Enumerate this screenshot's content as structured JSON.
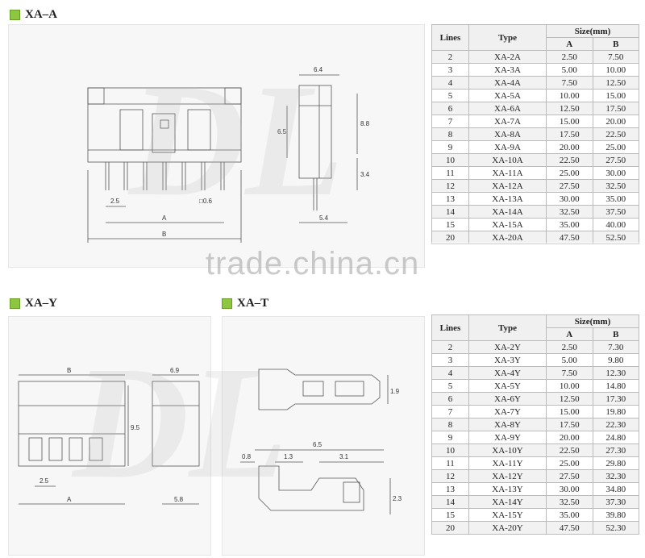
{
  "sections": {
    "xa_a": "XA–A",
    "xa_y": "XA–Y",
    "xa_t": "XA–T"
  },
  "watermark": "trade.china.cn",
  "logo_watermark": "DL",
  "drawing_a": {
    "front": {
      "pitch": "2.5",
      "square": "□0.6",
      "dim_a": "A",
      "dim_b": "B"
    },
    "side": {
      "width": "6.4",
      "h1": "6.5",
      "h2": "8.8",
      "h3": "3.4",
      "bottom": "5.4"
    }
  },
  "drawing_y": {
    "front": {
      "dim_b": "B",
      "height": "9.5",
      "pitch": "2.5",
      "dim_a": "A"
    },
    "side": {
      "width": "6.9",
      "bottom": "5.8"
    }
  },
  "drawing_t": {
    "top": {
      "height": "1.9"
    },
    "side": {
      "length": "6.5",
      "d1": "0.8",
      "d2": "1.3",
      "d3": "3.1",
      "height": "2.3"
    }
  },
  "table_a": {
    "headers": {
      "lines": "Lines",
      "type": "Type",
      "size": "Size(mm)",
      "a": "A",
      "b": "B"
    },
    "rows": [
      [
        "2",
        "XA-2A",
        "2.50",
        "7.50"
      ],
      [
        "3",
        "XA-3A",
        "5.00",
        "10.00"
      ],
      [
        "4",
        "XA-4A",
        "7.50",
        "12.50"
      ],
      [
        "5",
        "XA-5A",
        "10.00",
        "15.00"
      ],
      [
        "6",
        "XA-6A",
        "12.50",
        "17.50"
      ],
      [
        "7",
        "XA-7A",
        "15.00",
        "20.00"
      ],
      [
        "8",
        "XA-8A",
        "17.50",
        "22.50"
      ],
      [
        "9",
        "XA-9A",
        "20.00",
        "25.00"
      ],
      [
        "10",
        "XA-10A",
        "22.50",
        "27.50"
      ],
      [
        "11",
        "XA-11A",
        "25.00",
        "30.00"
      ],
      [
        "12",
        "XA-12A",
        "27.50",
        "32.50"
      ],
      [
        "13",
        "XA-13A",
        "30.00",
        "35.00"
      ],
      [
        "14",
        "XA-14A",
        "32.50",
        "37.50"
      ],
      [
        "15",
        "XA-15A",
        "35.00",
        "40.00"
      ],
      [
        "20",
        "XA-20A",
        "47.50",
        "52.50"
      ]
    ]
  },
  "table_y": {
    "headers": {
      "lines": "Lines",
      "type": "Type",
      "size": "Size(mm)",
      "a": "A",
      "b": "B"
    },
    "rows": [
      [
        "2",
        "XA-2Y",
        "2.50",
        "7.30"
      ],
      [
        "3",
        "XA-3Y",
        "5.00",
        "9.80"
      ],
      [
        "4",
        "XA-4Y",
        "7.50",
        "12.30"
      ],
      [
        "5",
        "XA-5Y",
        "10.00",
        "14.80"
      ],
      [
        "6",
        "XA-6Y",
        "12.50",
        "17.30"
      ],
      [
        "7",
        "XA-7Y",
        "15.00",
        "19.80"
      ],
      [
        "8",
        "XA-8Y",
        "17.50",
        "22.30"
      ],
      [
        "9",
        "XA-9Y",
        "20.00",
        "24.80"
      ],
      [
        "10",
        "XA-10Y",
        "22.50",
        "27.30"
      ],
      [
        "11",
        "XA-11Y",
        "25.00",
        "29.80"
      ],
      [
        "12",
        "XA-12Y",
        "27.50",
        "32.30"
      ],
      [
        "13",
        "XA-13Y",
        "30.00",
        "34.80"
      ],
      [
        "14",
        "XA-14Y",
        "32.50",
        "37.30"
      ],
      [
        "15",
        "XA-15Y",
        "35.00",
        "39.80"
      ],
      [
        "20",
        "XA-20Y",
        "47.50",
        "52.30"
      ]
    ]
  }
}
